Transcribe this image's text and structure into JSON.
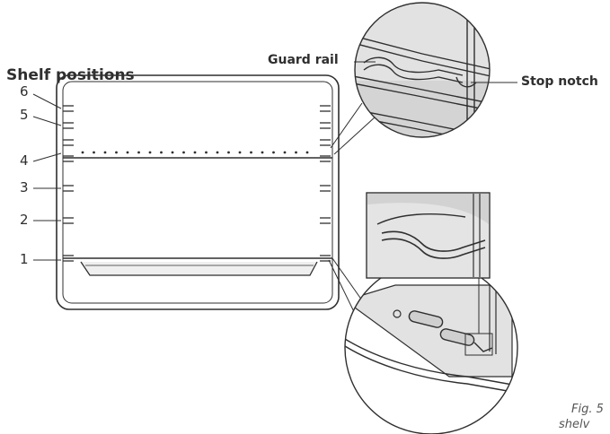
{
  "title": "Shelf positions",
  "callouts": {
    "guard_rail": "Guard rail",
    "stop_notch": "Stop notch"
  },
  "shelf_numbers": [
    "6",
    "5",
    "4",
    "3",
    "2",
    "1"
  ],
  "caption": {
    "fig": "Fig. 5",
    "continuation": "shelv"
  },
  "colors": {
    "line": "#2f2f2f",
    "fill_gray": "#e2e2e2",
    "detail_fill": "#d8d8d8"
  }
}
